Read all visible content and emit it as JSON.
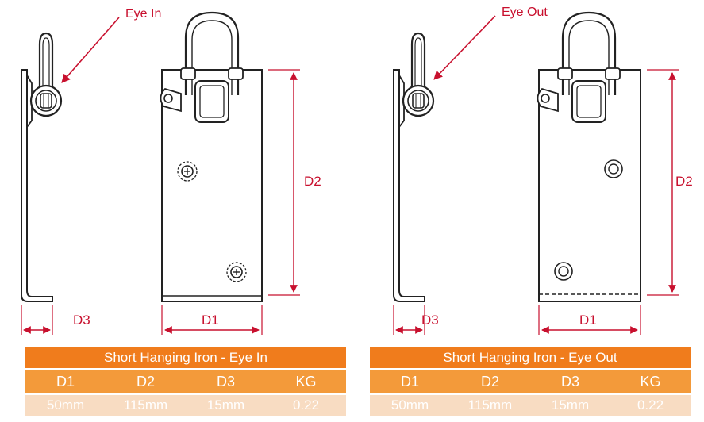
{
  "left": {
    "callout": "Eye In",
    "dims": {
      "d1": "D1",
      "d2": "D2",
      "d3": "D3"
    },
    "table": {
      "title": "Short Hanging Iron - Eye In",
      "headers": [
        "D1",
        "D2",
        "D3",
        "KG"
      ],
      "values": [
        "50mm",
        "115mm",
        "15mm",
        "0.22"
      ]
    }
  },
  "right": {
    "callout": "Eye Out",
    "dims": {
      "d1": "D1",
      "d2": "D2",
      "d3": "D3"
    },
    "table": {
      "title": "Short Hanging Iron - Eye Out",
      "headers": [
        "D1",
        "D2",
        "D3",
        "KG"
      ],
      "values": [
        "50mm",
        "115mm",
        "15mm",
        "0.22"
      ]
    }
  },
  "colors": {
    "accent_red": "#c8102e",
    "table_title": "#f07c1c",
    "table_header": "#f39a3a",
    "table_values": "#f8dcc2"
  }
}
